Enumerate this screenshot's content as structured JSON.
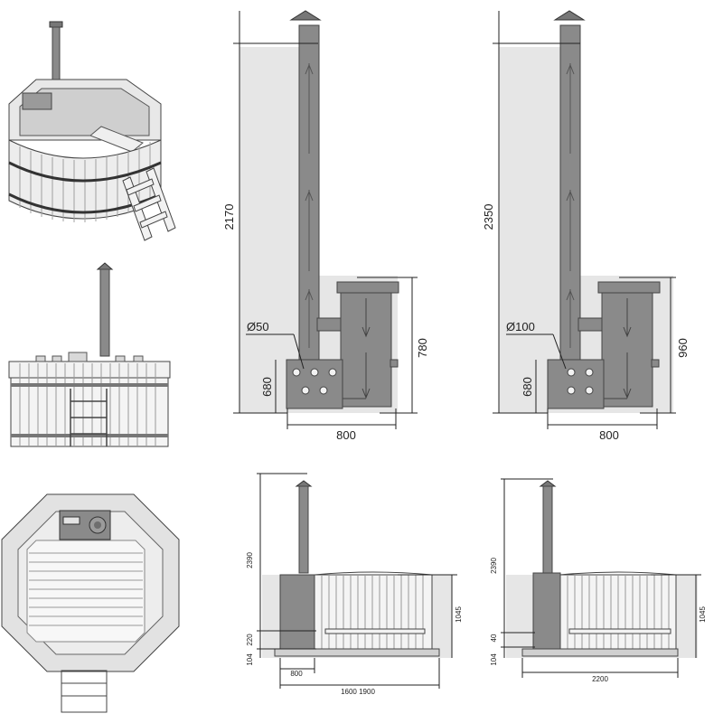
{
  "stove_a": {
    "chimney_height": "2170",
    "pipe_diameter": "Ø50",
    "stove_height": "780",
    "firebox_height": "680",
    "stove_width": "800"
  },
  "stove_b": {
    "chimney_height": "2350",
    "pipe_diameter": "Ø100",
    "stove_height": "960",
    "firebox_height": "680",
    "stove_width": "800"
  },
  "tub_a": {
    "total_height": "2390",
    "tub_height": "1045",
    "stove_base_height": "220",
    "base_height": "104",
    "stove_width": "800",
    "tub_diameters": "1600  1900"
  },
  "tub_b": {
    "total_height": "2390",
    "tub_height": "1045",
    "stove_base_height": "40",
    "base_height": "104",
    "tub_diameter": "2200"
  },
  "colors": {
    "panel": "#e6e6e6",
    "metal": "#8a8a8a",
    "metal_dark": "#6e6e6e",
    "wood": "#f2f2f2",
    "wood_line": "#9a9a9a",
    "line": "#222222"
  }
}
